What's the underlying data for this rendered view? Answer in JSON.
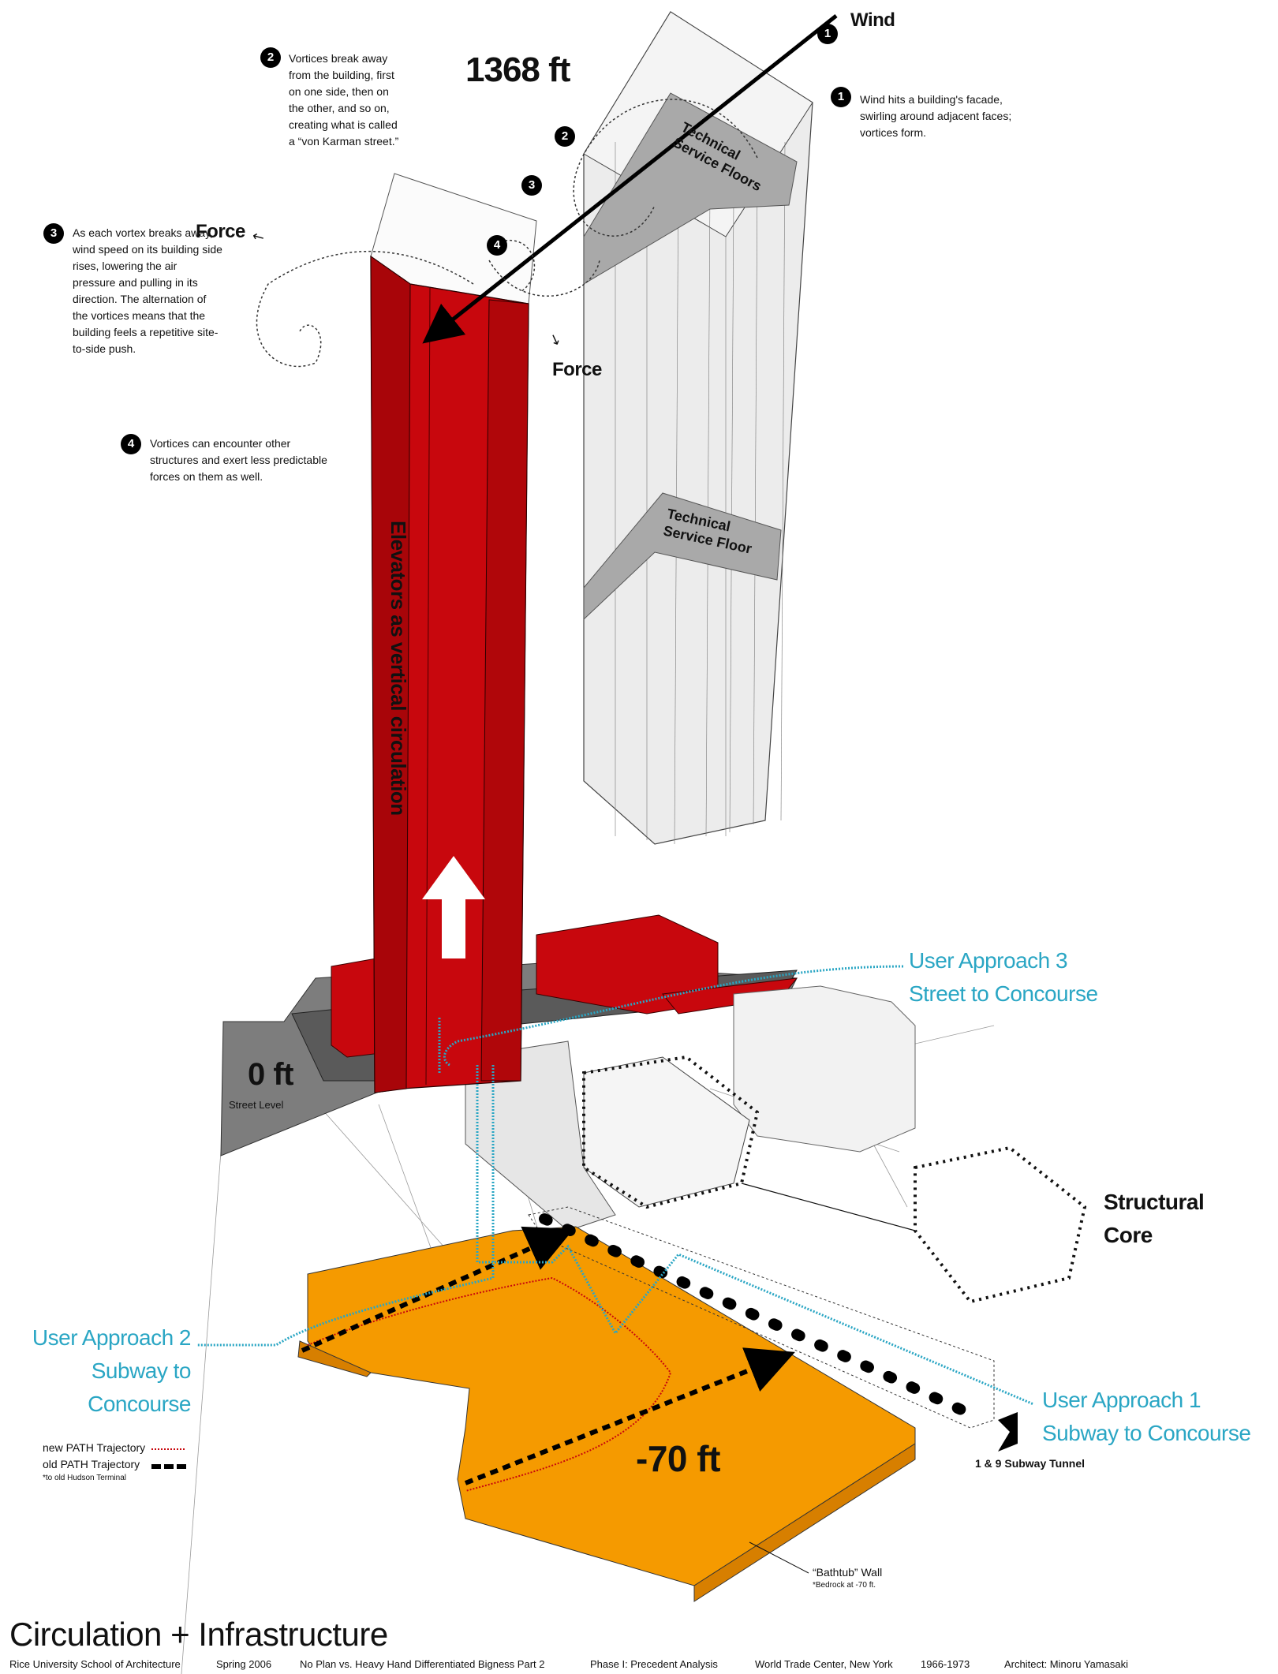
{
  "heights": {
    "top": "1368 ft",
    "street": "0 ft",
    "street_sub": "Street Level",
    "bottom": "-70 ft"
  },
  "wind": {
    "label": "Wind"
  },
  "notes": [
    {
      "num": "1",
      "text": "Wind hits a building's facade, swirling around adjacent faces; vortices form."
    },
    {
      "num": "2",
      "text": "Vortices break away from the building, first on one side, then on the other, and so on, creating what is called a “von Karman street.”"
    },
    {
      "num": "3",
      "text": "As each vortex breaks away, wind speed on its building side rises, lowering the air pressure and pulling in its direction. The alternation of the vortices means that the building feels a repetitive site-to-side push."
    },
    {
      "num": "4",
      "text": "Vortices can encounter other structures and exert less predictable forces on them as well."
    }
  ],
  "wind_markers": [
    "1",
    "2",
    "3",
    "4"
  ],
  "force_labels": [
    "Force",
    "Force"
  ],
  "tech_floors": [
    "Technical Service Floors",
    "Technical Service Floor"
  ],
  "elevator_label": "Elevators as vertical circulation",
  "approaches": [
    {
      "line1": "User Approach 3",
      "line2": "Street to Concourse"
    },
    {
      "line1": "User Approach 2",
      "line2": "Subway to",
      "line3": "Concourse"
    },
    {
      "line1": "User Approach 1",
      "line2": "Subway to Concourse"
    }
  ],
  "structural_core": {
    "line1": "Structural",
    "line2": "Core"
  },
  "legend": {
    "new": "new PATH Trajectory",
    "old": "old PATH Trajectory",
    "note": "*to old Hudson Terminal"
  },
  "subway_tunnel": "1 & 9 Subway Tunnel",
  "bathtub": {
    "label": "“Bathtub” Wall",
    "note": "*Bedrock at -70 ft."
  },
  "title": "Circulation + Infrastructure",
  "footer": [
    "Rice University School of Architecture",
    "Spring 2006",
    "No Plan vs. Heavy Hand Differentiated Bigness Part 2",
    "Phase I: Precedent Analysis",
    "World Trade Center, New York",
    "1966-1973",
    "Architect: Minoru Yamasaki"
  ],
  "colors": {
    "red": "#c8070d",
    "orange": "#f59a00",
    "blue": "#2aa6c4",
    "grey": "#e6e6e6",
    "band": "#a9a9a9"
  }
}
